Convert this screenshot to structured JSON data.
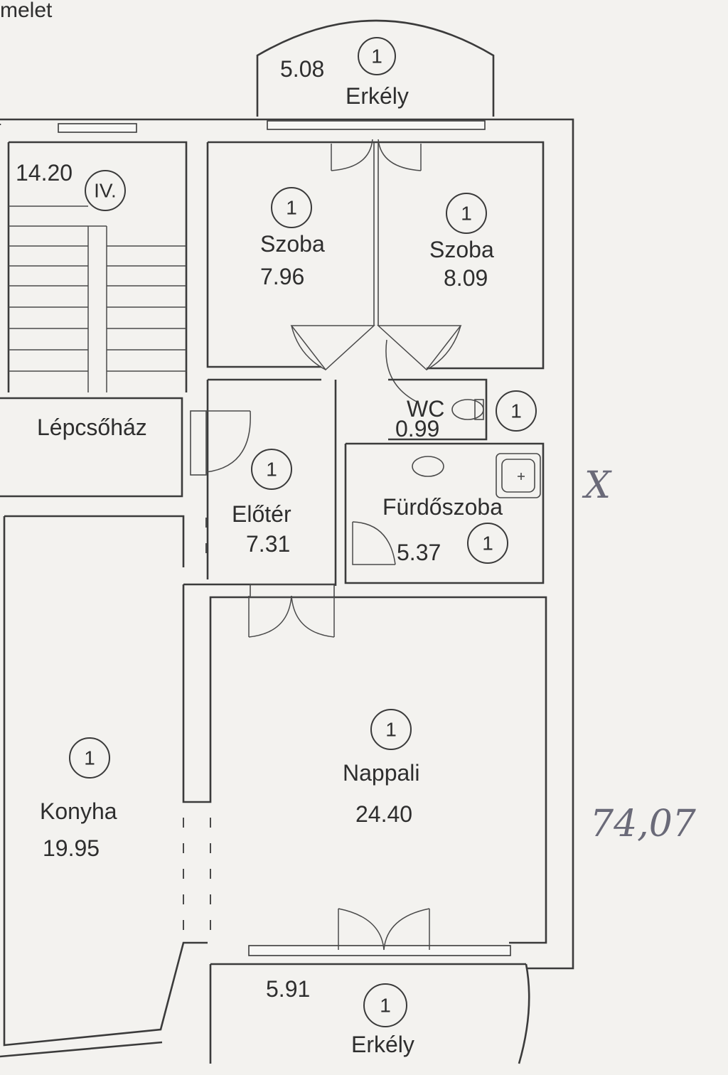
{
  "header": {
    "text": "melet"
  },
  "rooms": {
    "balcony_top": {
      "name": "Erkély",
      "area": "5.08",
      "badge": "1"
    },
    "stairwell_landing": {
      "area": "14.20",
      "badge": "IV."
    },
    "room_left": {
      "name": "Szoba",
      "area": "7.96",
      "badge": "1"
    },
    "room_right": {
      "name": "Szoba",
      "area": "8.09",
      "badge": "1"
    },
    "stairwell": {
      "name": "Lépcsőház"
    },
    "wc": {
      "name": "WC",
      "area": "0.99",
      "badge": "1"
    },
    "hall": {
      "name": "Előtér",
      "area": "7.31",
      "badge": "1"
    },
    "bathroom": {
      "name": "Fürdőszoba",
      "area": "5.37",
      "badge": "1"
    },
    "living": {
      "name": "Nappali",
      "area": "24.40",
      "badge": "1"
    },
    "kitchen": {
      "name": "Konyha",
      "area": "19.95",
      "badge": "1"
    },
    "balcony_bottom": {
      "name": "Erkély",
      "area": "5.91",
      "badge": "1"
    }
  },
  "handwritten": {
    "mark": "X",
    "total": "74,07"
  },
  "colors": {
    "paper": "#f3f2ef",
    "ink": "#3b3b3b",
    "pencil": "#6a6a78"
  }
}
